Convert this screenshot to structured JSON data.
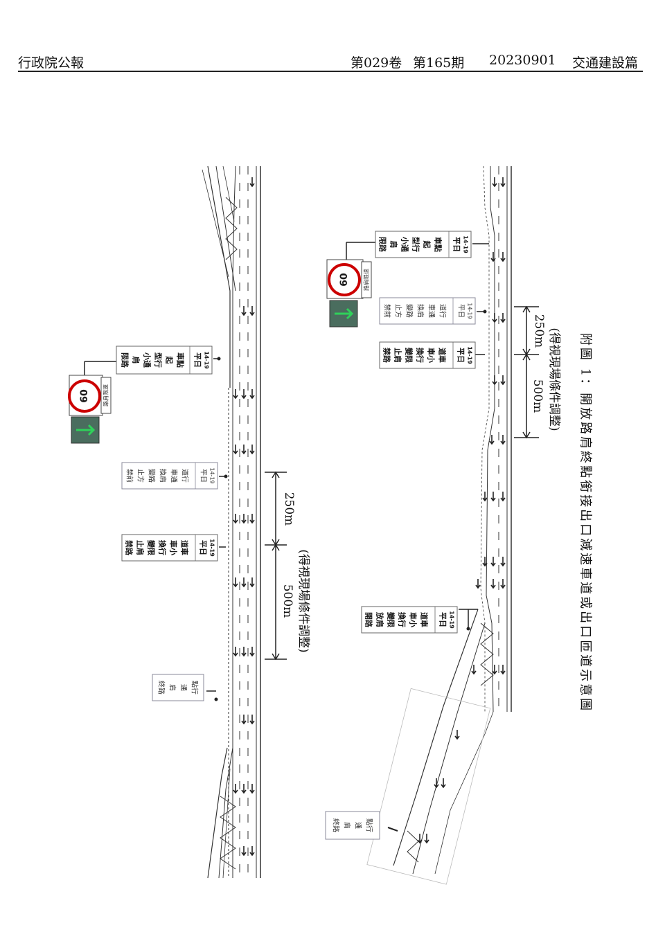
{
  "header": {
    "left": "行政院公報",
    "volume": "第029卷",
    "issue": "第165期",
    "date": "20230901",
    "section": "交通建設篇"
  },
  "speed_sign": {
    "value": "60",
    "plate": "路肩限速"
  },
  "diagram_top": {
    "sign_limit": {
      "lines": [
        "限路",
        "肩",
        "小通",
        "型行",
        "起",
        "車點"
      ],
      "plate_a": "平日",
      "plate_b": "14-19"
    },
    "sign_no_lane_change_front": {
      "lines": [
        "禁前",
        "止方",
        "變路",
        "換肩",
        "車通",
        "道行"
      ],
      "plate_a": "平日",
      "plate_b": "14-19"
    },
    "sign_no_lane_change_shoulder": {
      "lines": [
        "禁路",
        "止肩",
        "變限",
        "換行",
        "車小",
        "道車"
      ],
      "plate_a": "平日",
      "plate_b": "14-19"
    },
    "sign_end": {
      "lines": [
        "終路",
        "肩",
        "通",
        "點行"
      ]
    },
    "dim_250": "250m",
    "dim_500": "500m",
    "dim_note": "(得視現場條件調整)"
  },
  "diagram_bottom": {
    "sign_limit": {
      "lines": [
        "限路",
        "肩",
        "小通",
        "型行",
        "起",
        "車點"
      ],
      "plate_a": "平日",
      "plate_b": "14-19"
    },
    "sign_no_lane_change_front": {
      "lines": [
        "禁前",
        "止方",
        "變路",
        "換肩",
        "車通",
        "道行"
      ],
      "plate_a": "平日",
      "plate_b": "14-19"
    },
    "sign_no_lane_change_shoulder": {
      "lines": [
        "禁路",
        "止肩",
        "變限",
        "換行",
        "車小",
        "道車"
      ],
      "plate_a": "平日",
      "plate_b": "14-19"
    },
    "sign_open": {
      "lines": [
        "開路",
        "放肩",
        "變限",
        "換行",
        "車小",
        "道車"
      ],
      "plate_a": "平日",
      "plate_b": "14-19"
    },
    "sign_end": {
      "lines": [
        "終路",
        "肩",
        "通",
        "點行"
      ]
    },
    "dim_250": "250m",
    "dim_500": "500m",
    "dim_note": "(得視現場條件調整)"
  },
  "caption": "附圖 1：開放路肩終點銜接出口減速車道或出口匝道示意圖"
}
